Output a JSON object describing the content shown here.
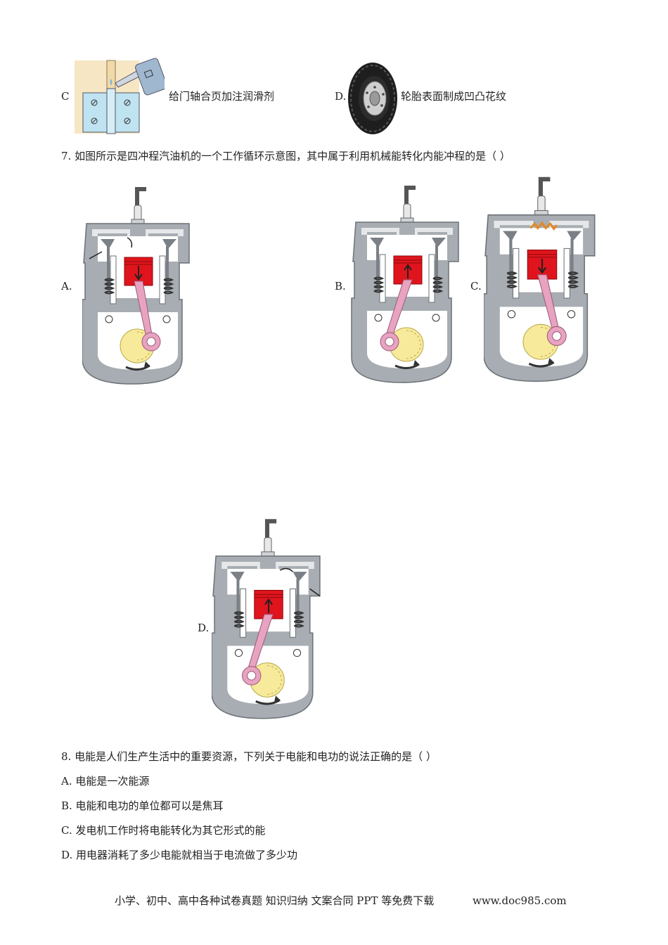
{
  "q6": {
    "c_letter": "C",
    "c_text": "给门轴合页加注润滑剂",
    "d_letter": "D.",
    "d_text": "轮胎表面制成凹凸花纹"
  },
  "q7": {
    "stem": "7. 如图所示是四冲程汽油机的一个工作循环示意图，其中属于利用机械能转化内能冲程的是（    ）",
    "options": [
      {
        "label": "A."
      },
      {
        "label": "B."
      },
      {
        "label": "C."
      },
      {
        "label": "D."
      }
    ]
  },
  "q8": {
    "stem": "8. 电能是人们生产生活中的重要资源，下列关于电能和电功的说法正确的是（        ）",
    "options": [
      "A. 电能是一次能源",
      "B. 电能和电功的单位都可以是焦耳",
      "C. 发电机工作时将电能转化为其它形式的能",
      "D. 用电器消耗了多少电能就相当于电流做了多少功"
    ]
  },
  "footer": {
    "text": "小学、初中、高中各种试卷真题  知识归纳  文案合同  PPT 等免费下载",
    "url": "www.doc985.com"
  },
  "colors": {
    "engine_gray": "#a7adb2",
    "piston_red": "#e0141c",
    "crank_yellow": "#f7ea9a",
    "rod_pink": "#e7a3c0",
    "hinge_blue": "#bfe3f0"
  }
}
